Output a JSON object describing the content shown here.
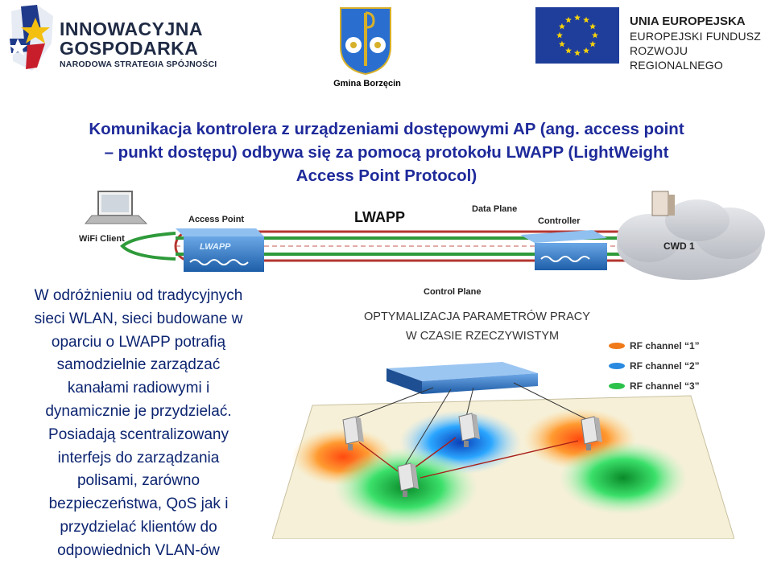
{
  "header": {
    "logo_left": {
      "line1": "INNOWACYJNA",
      "line2": "GOSPODARKA",
      "line3": "NARODOWA STRATEGIA SPÓJNOŚCI"
    },
    "coat_caption": "Gmina Borzęcin",
    "logo_right": {
      "line1": "UNIA EUROPEJSKA",
      "line2": "EUROPEJSKI FUNDUSZ",
      "line3": "ROZWOJU REGIONALNEGO"
    }
  },
  "heading": {
    "line1": "Komunikacja kontrolera z urządzeniami dostępowymi AP (ang. access point",
    "line2": "– punkt dostępu) odbywa się za pomocą protokołu LWAPP (LightWeight",
    "line3": "Access Point Protocol)"
  },
  "body": {
    "lines": [
      "W odróżnieniu od tradycyjnych",
      "sieci WLAN, sieci budowane w",
      "oparciu o LWAPP potrafią",
      "samodzielnie zarządzać",
      "kanałami radiowymi i",
      "dynamicznie je przydzielać.",
      "Posiadają scentralizowany",
      "interfejs do zarządzania",
      "polisami, zarówno",
      "bezpieczeństwa, QoS jak i",
      "przydzielać klientów do",
      "odpowiednich VLAN-ów"
    ]
  },
  "lwapp_diagram": {
    "wifi_client": "WiFi Client",
    "access_point": "Access Point",
    "lwapp": "LWAPP",
    "data_plane": "Data Plane",
    "controller": "Controller",
    "cwd": "CWD 1",
    "control_plane": "Control Plane",
    "colors": {
      "tunnel_green": "#2e9a3a",
      "tunnel_red": "#b4352f",
      "device_blue": "#2f78c4"
    }
  },
  "rf_diagram": {
    "title_line1": "OPTYMALIZACJA PARAMETRÓW PRACY",
    "title_line2": "W CZASIE RZECZYWISTYM",
    "legend": [
      {
        "label": "RF channel “1”",
        "color": "#f07a1a"
      },
      {
        "label": "RF channel “2”",
        "color": "#2a8ae0"
      },
      {
        "label": "RF channel “3”",
        "color": "#2cc24a"
      }
    ]
  }
}
